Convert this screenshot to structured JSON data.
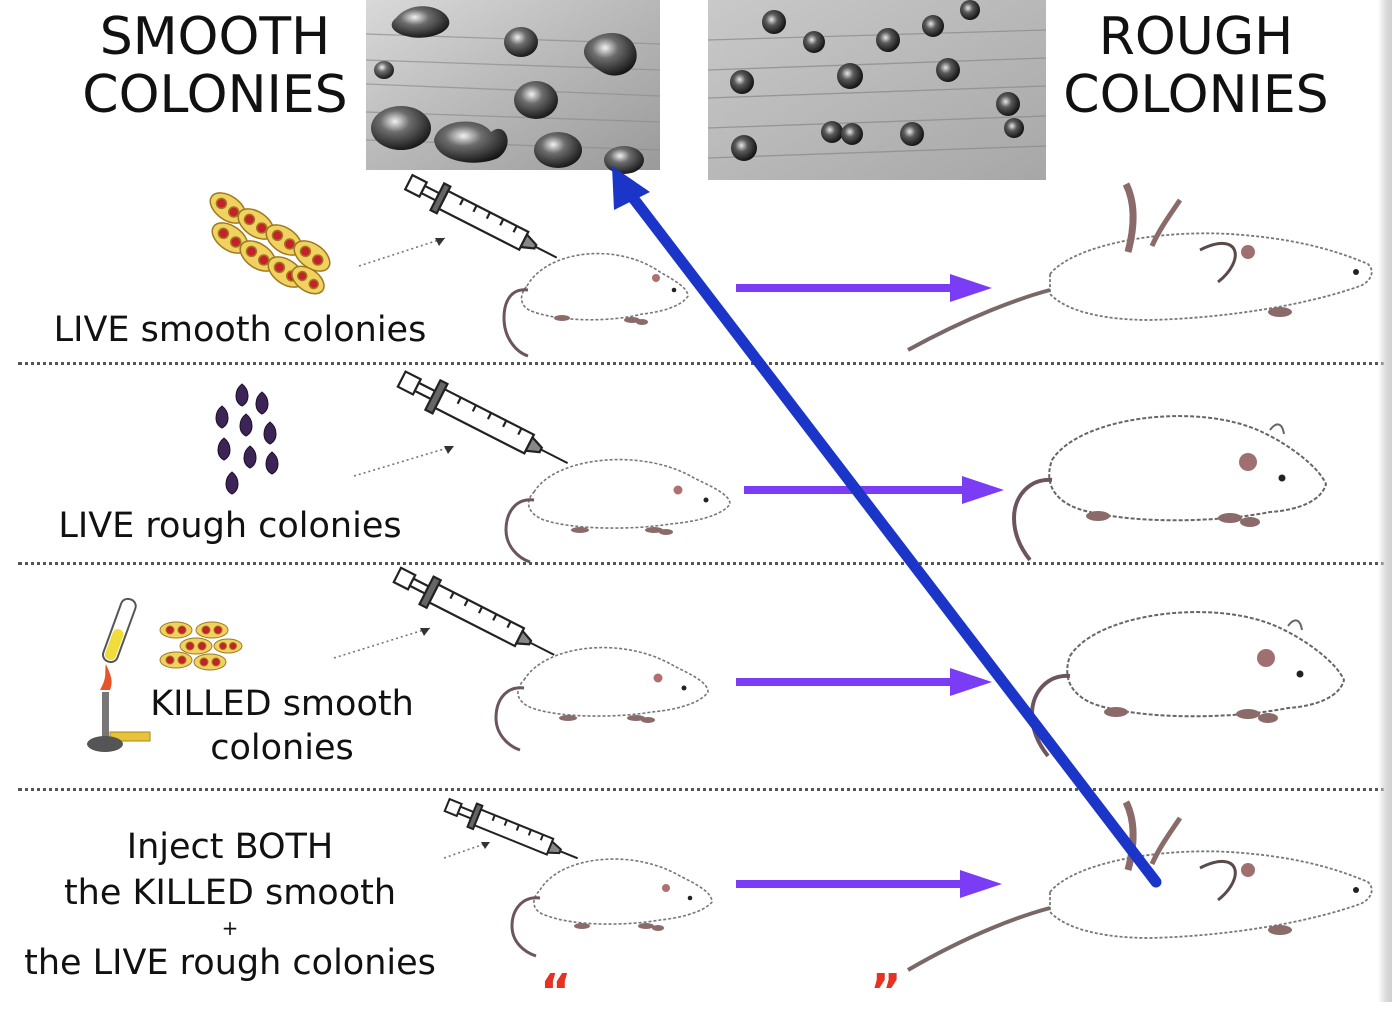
{
  "header": {
    "smooth_title_line1": "SMOOTH",
    "smooth_title_line2": "COLONIES",
    "rough_title_line1": "ROUGH",
    "rough_title_line2": "COLONIES"
  },
  "rows": [
    {
      "label": "LIVE smooth colonies"
    },
    {
      "label": "LIVE rough colonies"
    },
    {
      "label_line1": "KILLED smooth",
      "label_line2": "colonies"
    },
    {
      "label_line1": "Inject BOTH",
      "label_line2": "the KILLED smooth",
      "label_plus": "+",
      "label_line3": "the LIVE rough colonies"
    }
  ],
  "footer": {
    "open_quote": "“",
    "close_quote": "”"
  },
  "colors": {
    "process_arrow": "#7b3cf5",
    "transform_arrow": "#1a35c8",
    "bacteria_smooth_fill": "#f2d160",
    "bacteria_smooth_core": "#c8202a",
    "bacteria_rough": "#3c2456",
    "quote": "#e53222"
  }
}
